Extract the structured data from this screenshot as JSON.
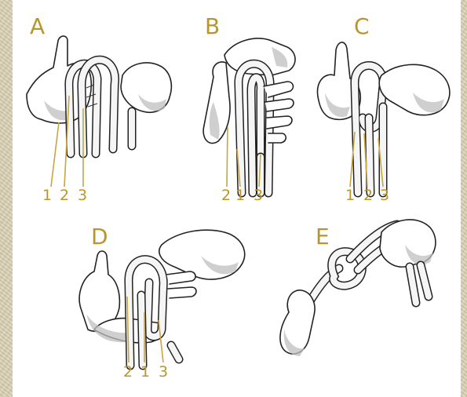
{
  "panels": [
    {
      "label": "A",
      "numbers": [
        "1",
        "2",
        "3"
      ]
    },
    {
      "label": "B",
      "numbers": [
        "2",
        "1",
        "3"
      ]
    },
    {
      "label": "C",
      "numbers": [
        "1",
        "2",
        "3"
      ]
    },
    {
      "label": "D",
      "numbers": [
        "2",
        "1",
        "3"
      ]
    },
    {
      "label": "E",
      "numbers": []
    }
  ],
  "colors": {
    "label": "#b8962a",
    "leader_line": "#c9a642",
    "background": "#d9cfb3"
  }
}
